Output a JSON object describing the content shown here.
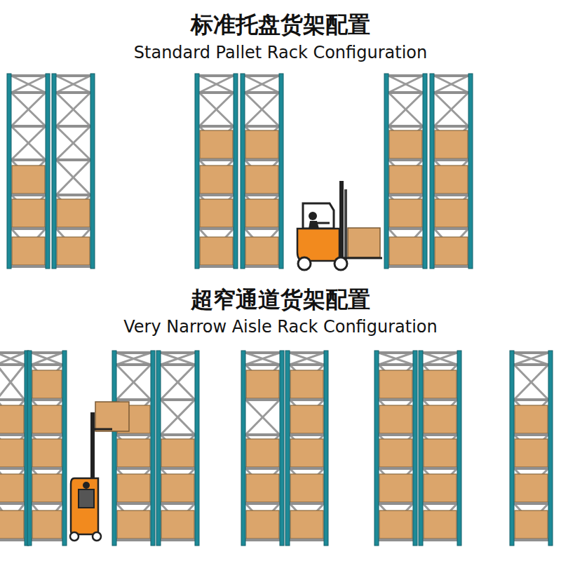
{
  "diagram": {
    "labels": [
      "标准托盘货架配置",
      "Standard Pallet Rack Configuration",
      "超窄通道货架配置",
      "Very Narrow Aisle Rack Configuration"
    ]
  }
}
